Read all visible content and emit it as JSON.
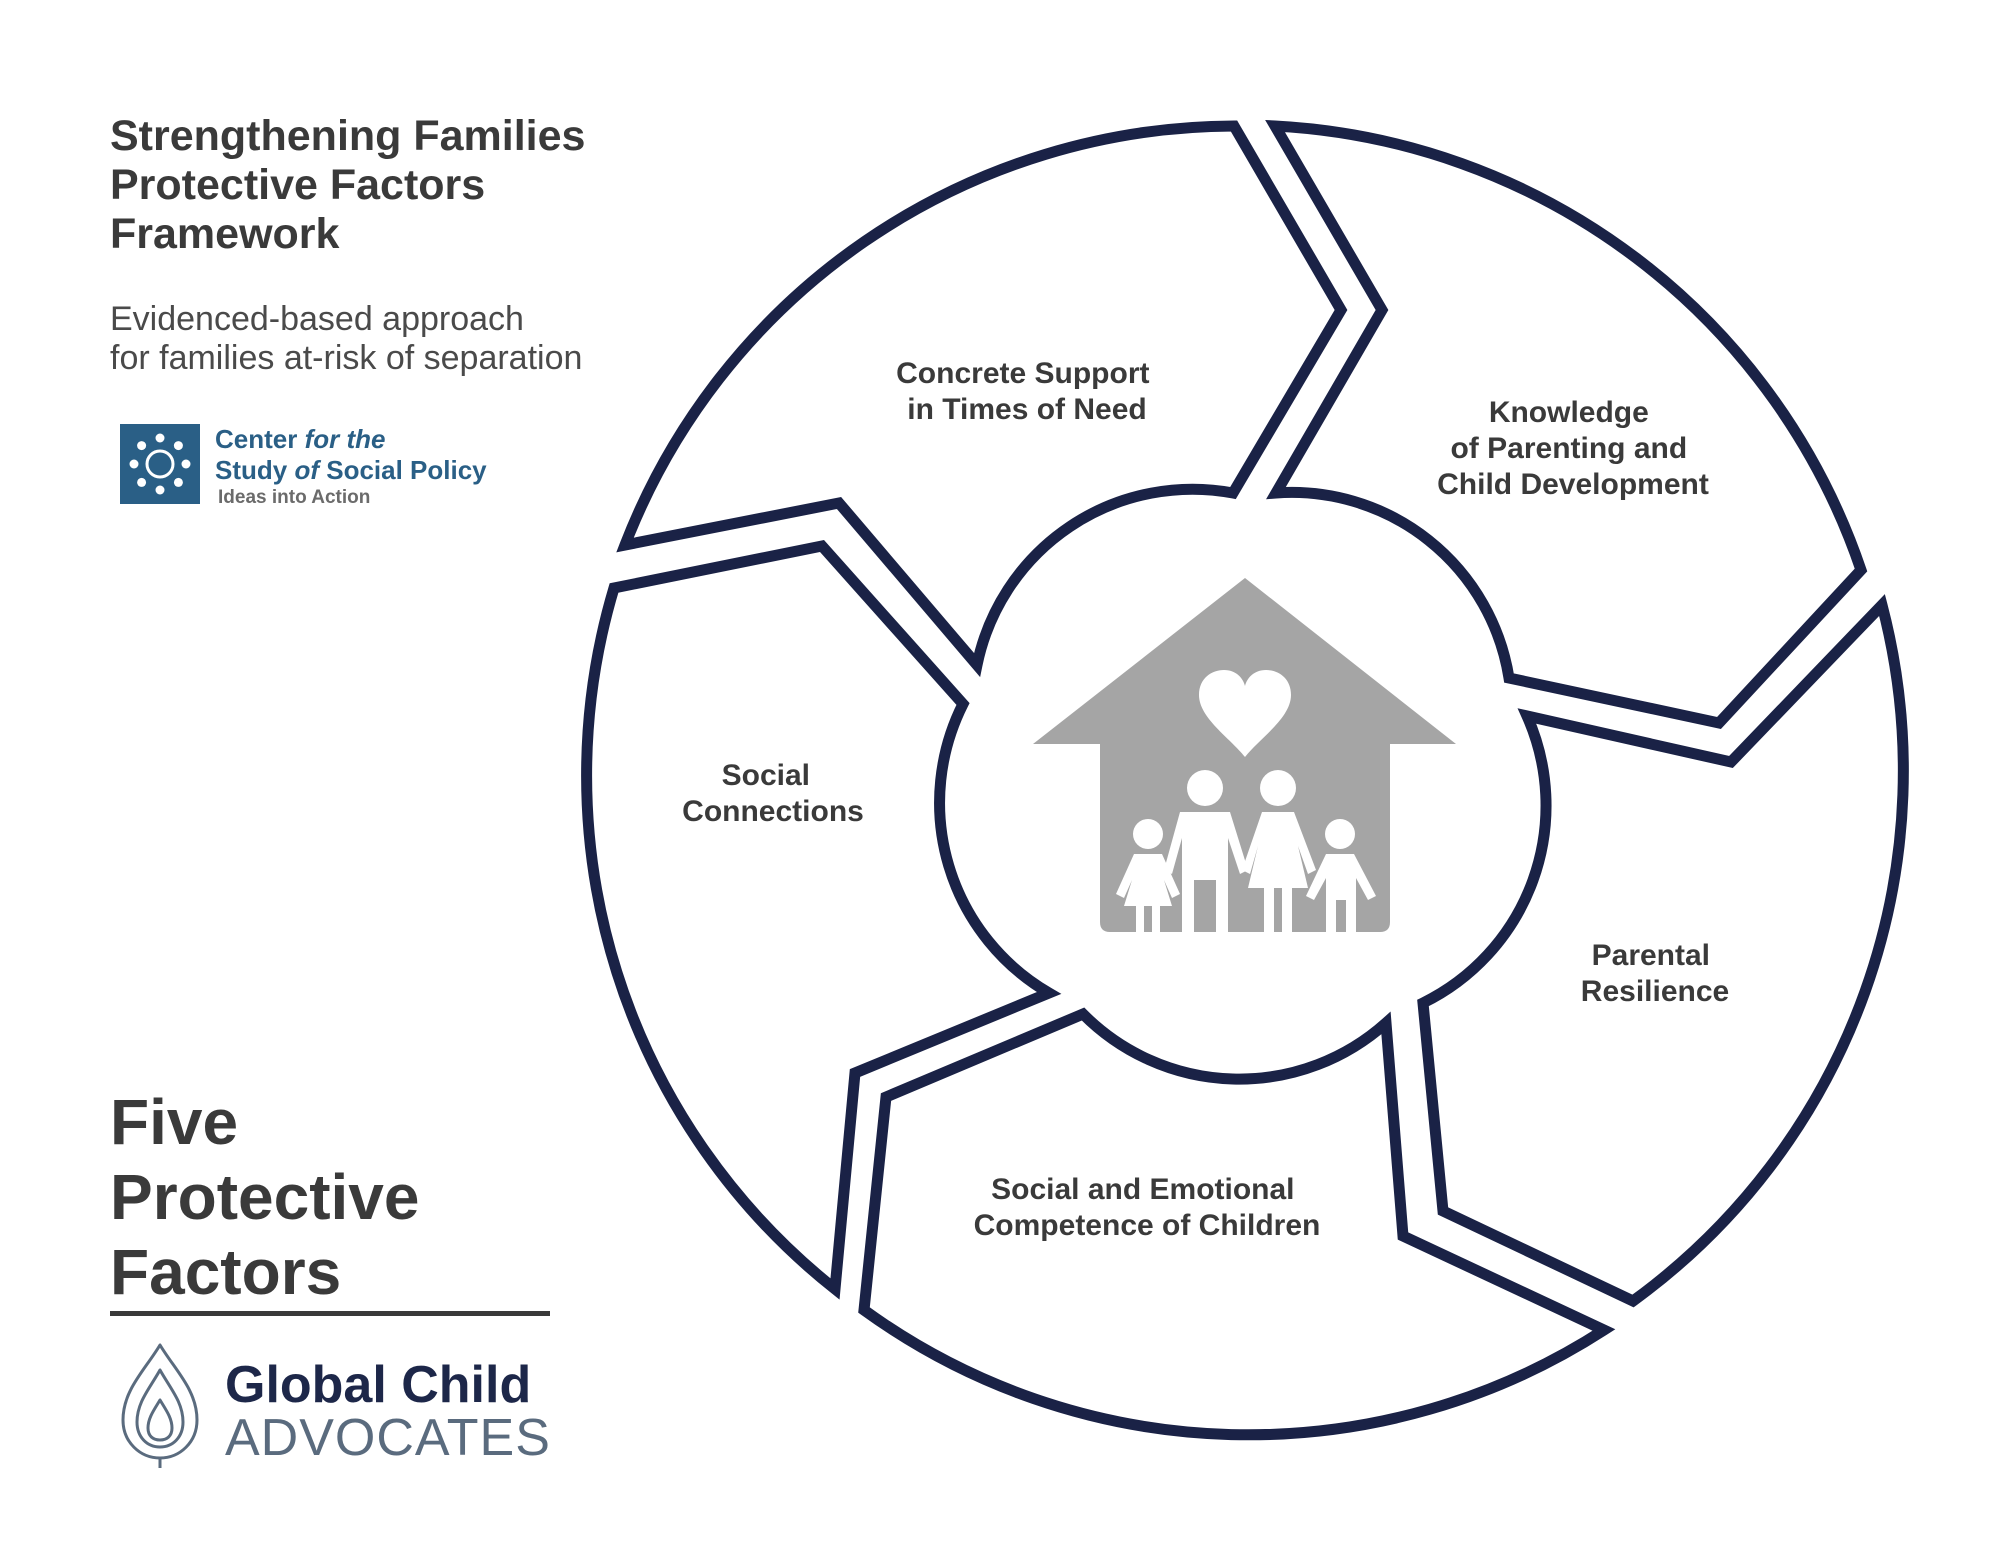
{
  "header": {
    "title_lines": [
      "Strengthening Families",
      "Protective Factors",
      "Framework"
    ],
    "subtitle_lines": [
      "Evidenced-based approach",
      "for families at-risk of separation"
    ]
  },
  "cssp_logo": {
    "line1_a": "Center ",
    "line1_b": "for the",
    "line2_a": "Study ",
    "line2_b": "of",
    "line2_c": " Social Policy",
    "tagline": "Ideas into Action",
    "color": "#2a5f86"
  },
  "main_title_lines": [
    "Five",
    "Protective",
    "Factors"
  ],
  "gca_logo": {
    "name": "Global Child",
    "sub": "ADVOCATES",
    "color": "#1d2749"
  },
  "diagram": {
    "outline_color": "#1a2246",
    "center_icon": "house-family-heart-icon",
    "center_icon_color": "#a5a5a5",
    "segments": [
      {
        "key": "concrete",
        "lines": [
          "Concrete Support",
          "in Times of Need"
        ]
      },
      {
        "key": "knowledge",
        "lines": [
          "Knowledge",
          "of Parenting and",
          "Child Development"
        ]
      },
      {
        "key": "resilience",
        "lines": [
          "Parental",
          "Resilience"
        ]
      },
      {
        "key": "competence",
        "lines": [
          "Social and Emotional",
          "Competence of Children"
        ]
      },
      {
        "key": "connections",
        "lines": [
          "Social",
          "Connections"
        ]
      }
    ]
  }
}
